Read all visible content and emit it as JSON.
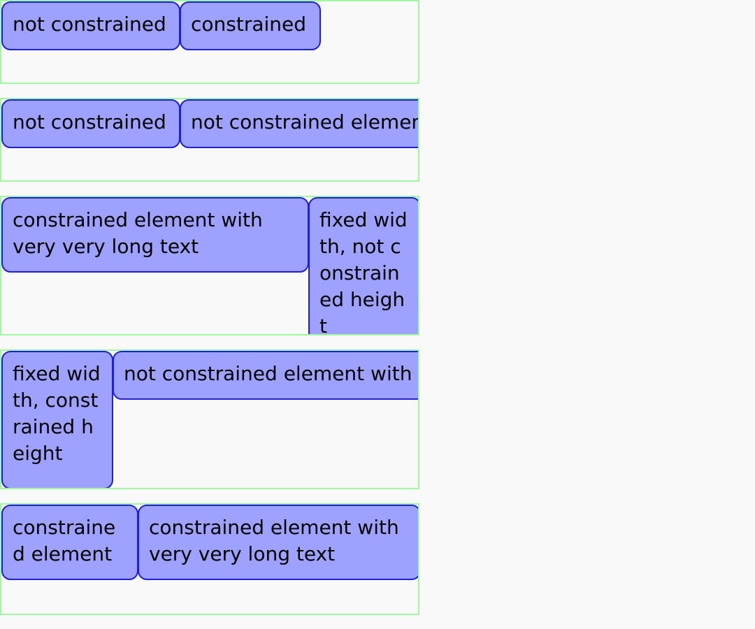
{
  "rows": [
    {
      "items": [
        {
          "label": "not constrained"
        },
        {
          "label": "constrained"
        }
      ]
    },
    {
      "items": [
        {
          "label": "not constrained"
        },
        {
          "label": "not constrained element with very very long text"
        }
      ]
    },
    {
      "items": [
        {
          "label": "constrained element with very very long text"
        },
        {
          "label": "fixed width, not constrained height"
        }
      ]
    },
    {
      "items": [
        {
          "label": "fixed width, constrained height"
        },
        {
          "label": "not constrained element with very very long text"
        }
      ]
    },
    {
      "items": [
        {
          "label": "constrained element"
        },
        {
          "label": "constrained element with very very long text"
        }
      ]
    }
  ]
}
